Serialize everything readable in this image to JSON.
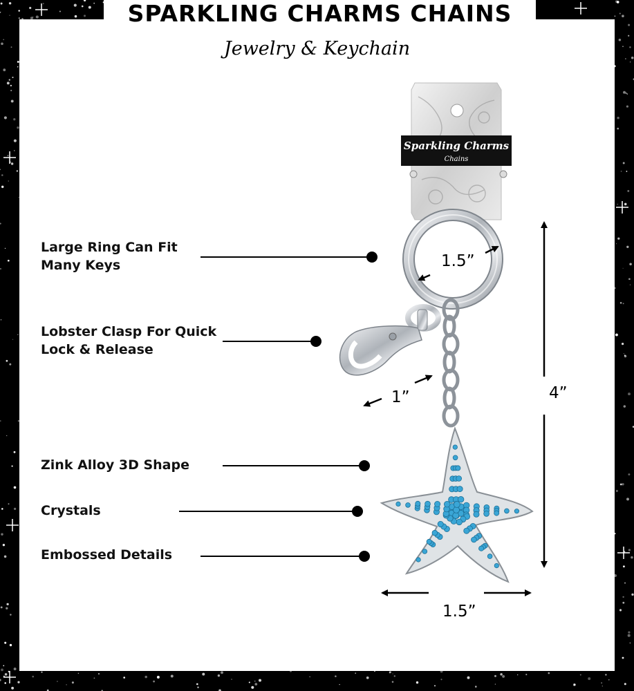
{
  "header": {
    "title": "SPARKLING CHARMS CHAINS",
    "subtitle": "Jewelry & Keychain"
  },
  "tag": {
    "brand": "Sparkling Charms",
    "sub": "Chains"
  },
  "callouts": [
    {
      "line1": "Large Ring Can Fit",
      "line2": "Many Keys"
    },
    {
      "line1": "Lobster Clasp For Quick",
      "line2": "Lock & Release"
    },
    {
      "line1": "Zink Alloy 3D Shape"
    },
    {
      "line1": "Crystals"
    },
    {
      "line1": "Embossed Details"
    }
  ],
  "dimensions": {
    "ring_diameter": "1.5”",
    "chain_length": "1”",
    "total_height": "4”",
    "charm_width": "1.5”"
  },
  "colors": {
    "background": "#000000",
    "panel": "#ffffff",
    "crystal": "#3aa6d6",
    "metal": "#c9ccd0"
  }
}
